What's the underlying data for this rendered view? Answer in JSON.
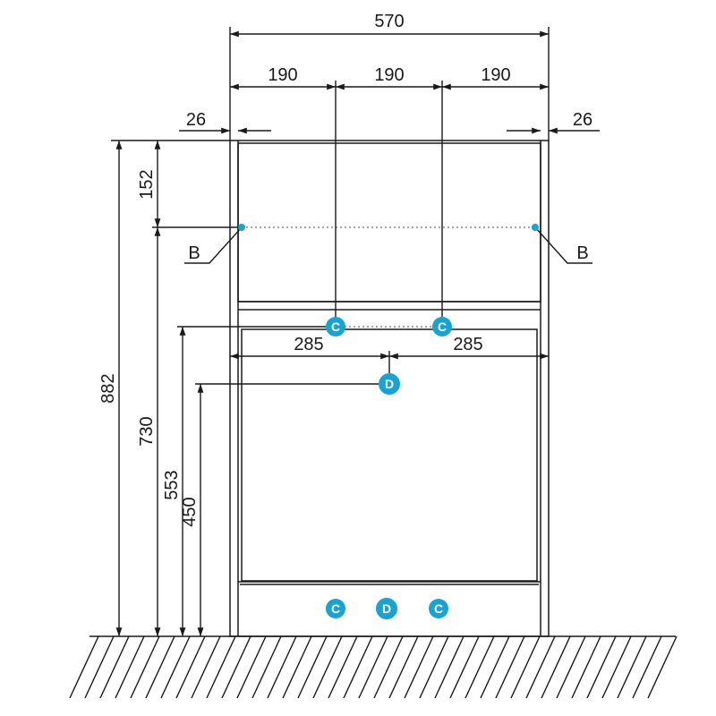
{
  "dimensions": {
    "overall_width": "570",
    "segment_left": "190",
    "segment_middle": "190",
    "segment_right": "190",
    "side_left": "26",
    "side_right": "26",
    "top_offset": "152",
    "half_left": "285",
    "half_right": "285",
    "height_total": "882",
    "height_b": "730",
    "height_c": "553",
    "height_d": "450"
  },
  "labels": {
    "b_left": "B",
    "b_right": "B",
    "marker_c": "C",
    "marker_d": "D"
  },
  "colors": {
    "line": "#1a1a1a",
    "marker": "#1aa3d1",
    "dotted": "#8a8a8a"
  }
}
